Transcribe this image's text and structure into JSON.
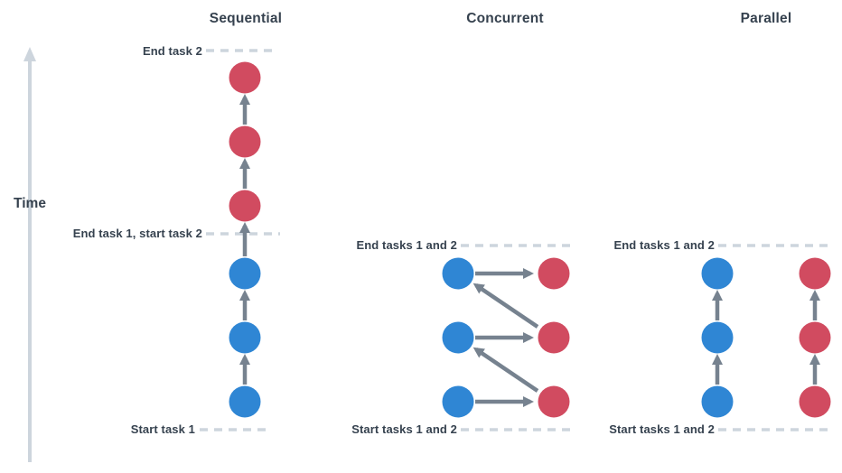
{
  "page": {
    "background": "#FFFFFF"
  },
  "colors": {
    "background": "#FFFFFF",
    "task1_blue": "#2F86D4",
    "task2_red": "#D14B60",
    "arrow_gray": "#76828F",
    "dash_gray": "#CDD5DD",
    "text_dark": "#36424F"
  },
  "time_axis": {
    "label": "Time"
  },
  "columns": {
    "sequential": {
      "title": "Sequential",
      "labels": {
        "end_task_2": "End task 2",
        "end_task_1_start_task_2": "End task 1, start task 2",
        "start_task_1": "Start task 1"
      },
      "node_order_bottom_to_top": [
        "task1",
        "task1",
        "task1",
        "task2",
        "task2",
        "task2"
      ]
    },
    "concurrent": {
      "title": "Concurrent",
      "labels": {
        "end_tasks_1_and_2": "End tasks 1 and 2",
        "start_tasks_1_and_2": "Start tasks 1 and 2"
      },
      "rows": 3,
      "flow": "zigzag between task1 and task2"
    },
    "parallel": {
      "title": "Parallel",
      "labels": {
        "end_tasks_1_and_2": "End tasks 1 and 2",
        "start_tasks_1_and_2": "Start tasks 1 and 2"
      },
      "rows": 3,
      "flow": "two independent vertical chains"
    }
  }
}
